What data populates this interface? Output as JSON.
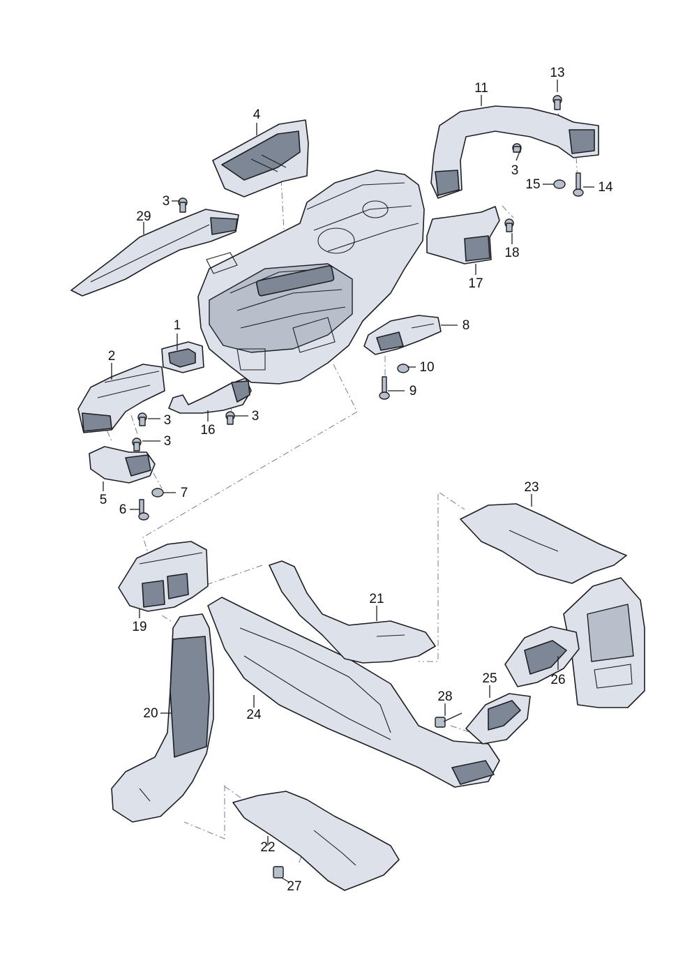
{
  "callouts": [
    {
      "id": "1",
      "label": "1"
    },
    {
      "id": "2",
      "label": "2"
    },
    {
      "id": "3a",
      "label": "3"
    },
    {
      "id": "3b",
      "label": "3"
    },
    {
      "id": "3c",
      "label": "3"
    },
    {
      "id": "3d",
      "label": "3"
    },
    {
      "id": "3e",
      "label": "3"
    },
    {
      "id": "4",
      "label": "4"
    },
    {
      "id": "5",
      "label": "5"
    },
    {
      "id": "6",
      "label": "6"
    },
    {
      "id": "7",
      "label": "7"
    },
    {
      "id": "8",
      "label": "8"
    },
    {
      "id": "9",
      "label": "9"
    },
    {
      "id": "10",
      "label": "10"
    },
    {
      "id": "11",
      "label": "11"
    },
    {
      "id": "13",
      "label": "13"
    },
    {
      "id": "14",
      "label": "14"
    },
    {
      "id": "15",
      "label": "15"
    },
    {
      "id": "16",
      "label": "16"
    },
    {
      "id": "17",
      "label": "17"
    },
    {
      "id": "18",
      "label": "18"
    },
    {
      "id": "19",
      "label": "19"
    },
    {
      "id": "20",
      "label": "20"
    },
    {
      "id": "21",
      "label": "21"
    },
    {
      "id": "22",
      "label": "22"
    },
    {
      "id": "23",
      "label": "23"
    },
    {
      "id": "24",
      "label": "24"
    },
    {
      "id": "25",
      "label": "25"
    },
    {
      "id": "26",
      "label": "26"
    },
    {
      "id": "27",
      "label": "27"
    },
    {
      "id": "28",
      "label": "28"
    },
    {
      "id": "29",
      "label": "29"
    }
  ],
  "colors": {
    "part_fill": "#dde2ea",
    "part_shadow": "#7d8796",
    "outline": "#1d1d22",
    "dash_line": "#6a7d9a"
  }
}
